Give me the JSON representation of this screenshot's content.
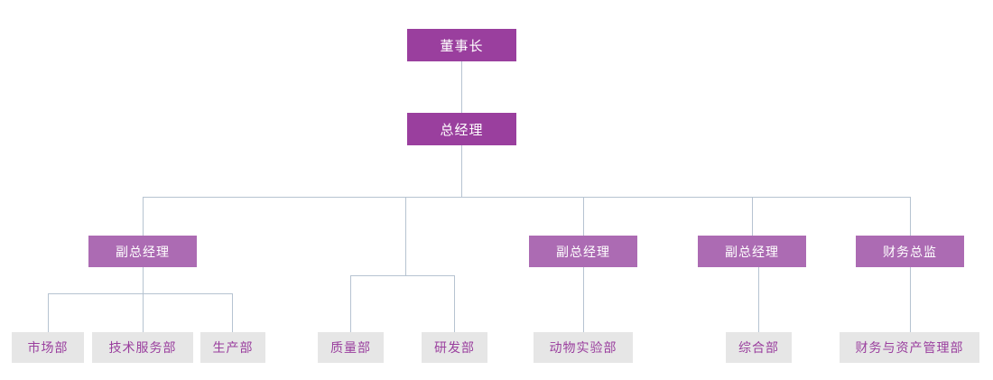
{
  "chart": {
    "type": "org-chart",
    "title": "",
    "colors": {
      "executive_fill": "#9a3f9e",
      "executive_text": "#ffffff",
      "manager_fill": "#ac6bb3",
      "manager_text": "#ffffff",
      "department_fill": "#e6e6e6",
      "department_text": "#9a3f9e",
      "connector": "#b6c3d1",
      "background": "#ffffff"
    },
    "levels": {
      "level1": [
        {
          "id": "chairman",
          "label": "董事长",
          "rank": "executive"
        }
      ],
      "level2": [
        {
          "id": "general-manager",
          "label": "总经理",
          "rank": "executive"
        }
      ],
      "level3": [
        {
          "id": "deputy-gm-1",
          "label": "副总经理",
          "rank": "manager"
        },
        {
          "id": "deputy-gm-2",
          "label": "副总经理",
          "rank": "manager"
        },
        {
          "id": "deputy-gm-3",
          "label": "副总经理",
          "rank": "manager"
        },
        {
          "id": "finance-director",
          "label": "财务总监",
          "rank": "manager"
        }
      ],
      "level4": [
        {
          "id": "marketing-dept",
          "label": "市场部",
          "rank": "department"
        },
        {
          "id": "tech-service-dept",
          "label": "技术服务部",
          "rank": "department"
        },
        {
          "id": "production-dept",
          "label": "生产部",
          "rank": "department"
        },
        {
          "id": "quality-dept",
          "label": "质量部",
          "rank": "department"
        },
        {
          "id": "rd-dept",
          "label": "研发部",
          "rank": "department"
        },
        {
          "id": "animal-lab-dept",
          "label": "动物实验部",
          "rank": "department"
        },
        {
          "id": "general-affairs-dept",
          "label": "综合部",
          "rank": "department"
        },
        {
          "id": "finance-asset-dept",
          "label": "财务与资产管理部",
          "rank": "department"
        }
      ]
    }
  }
}
